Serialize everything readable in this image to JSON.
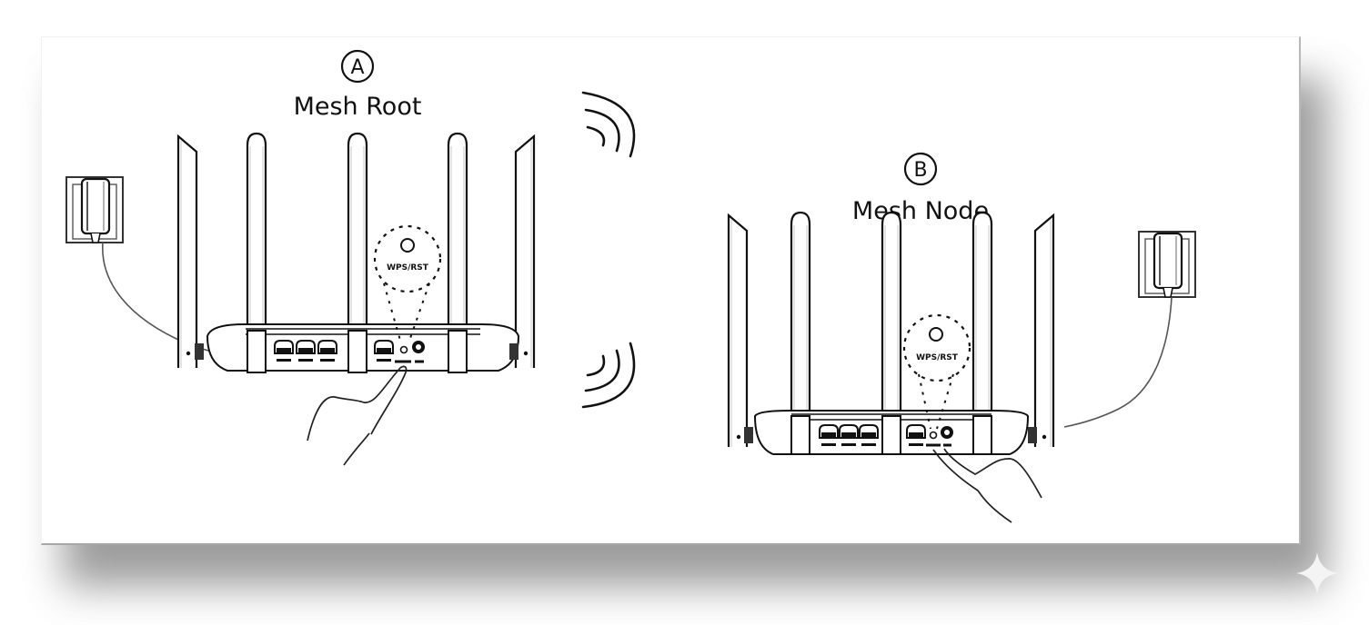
{
  "diagram": {
    "title": "Mesh setup: press WPS/RST on Mesh Root and Mesh Node",
    "devices": [
      {
        "id": "A",
        "badge_letter": "A",
        "label": "Mesh Root",
        "button_label": "WPS/RST",
        "antenna_count": 5,
        "lan_ports": 3,
        "wan_ports": 1,
        "power_side": "left"
      },
      {
        "id": "B",
        "badge_letter": "B",
        "label": "Mesh Node",
        "button_label": "WPS/RST",
        "antenna_count": 5,
        "lan_ports": 3,
        "wan_ports": 1,
        "power_side": "right"
      }
    ],
    "wireless_signals": [
      {
        "name": "wifi-signal-upper",
        "direction": "right"
      },
      {
        "name": "wifi-signal-lower",
        "direction": "right"
      }
    ],
    "colors": {
      "line": "#111111",
      "background": "#ffffff",
      "shadow": "#7d7d7d",
      "cable": "#555555"
    }
  }
}
